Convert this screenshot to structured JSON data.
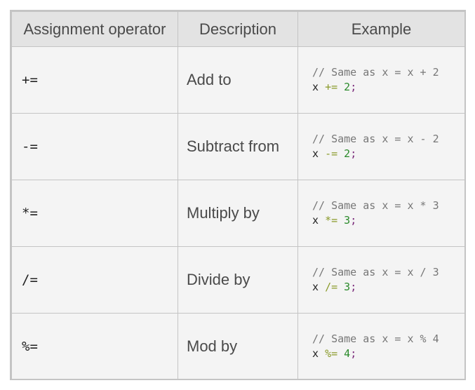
{
  "table": {
    "headers": {
      "operator": "Assignment operator",
      "description": "Description",
      "example": "Example"
    },
    "rows": [
      {
        "operator": "+=",
        "description": "Add to",
        "comment": "// Same as x = x + 2",
        "code": {
          "var": "x",
          "op": "+=",
          "value": "2",
          "semi": ";"
        }
      },
      {
        "operator": "-=",
        "description": "Subtract from",
        "comment": "// Same as x = x - 2",
        "code": {
          "var": "x",
          "op": "-=",
          "value": "2",
          "semi": ";"
        }
      },
      {
        "operator": "*=",
        "description": "Multiply by",
        "comment": "// Same as x = x * 3",
        "code": {
          "var": "x",
          "op": "*=",
          "value": "3",
          "semi": ";"
        }
      },
      {
        "operator": "/=",
        "description": "Divide by",
        "comment": "// Same as x = x / 3",
        "code": {
          "var": "x",
          "op": "/=",
          "value": "3",
          "semi": ";"
        }
      },
      {
        "operator": "%=",
        "description": "Mod by",
        "comment": "// Same as x = x % 4",
        "code": {
          "var": "x",
          "op": "%=",
          "value": "4",
          "semi": ";"
        }
      }
    ]
  },
  "colors": {
    "header_background": "#e3e3e3",
    "cell_background": "#f4f4f4",
    "border": "#c4c4c4",
    "comment": "#777777",
    "operator_token": "#8a9a2a",
    "number_token": "#2a8a2a",
    "semicolon_token": "#7a2a7a"
  }
}
